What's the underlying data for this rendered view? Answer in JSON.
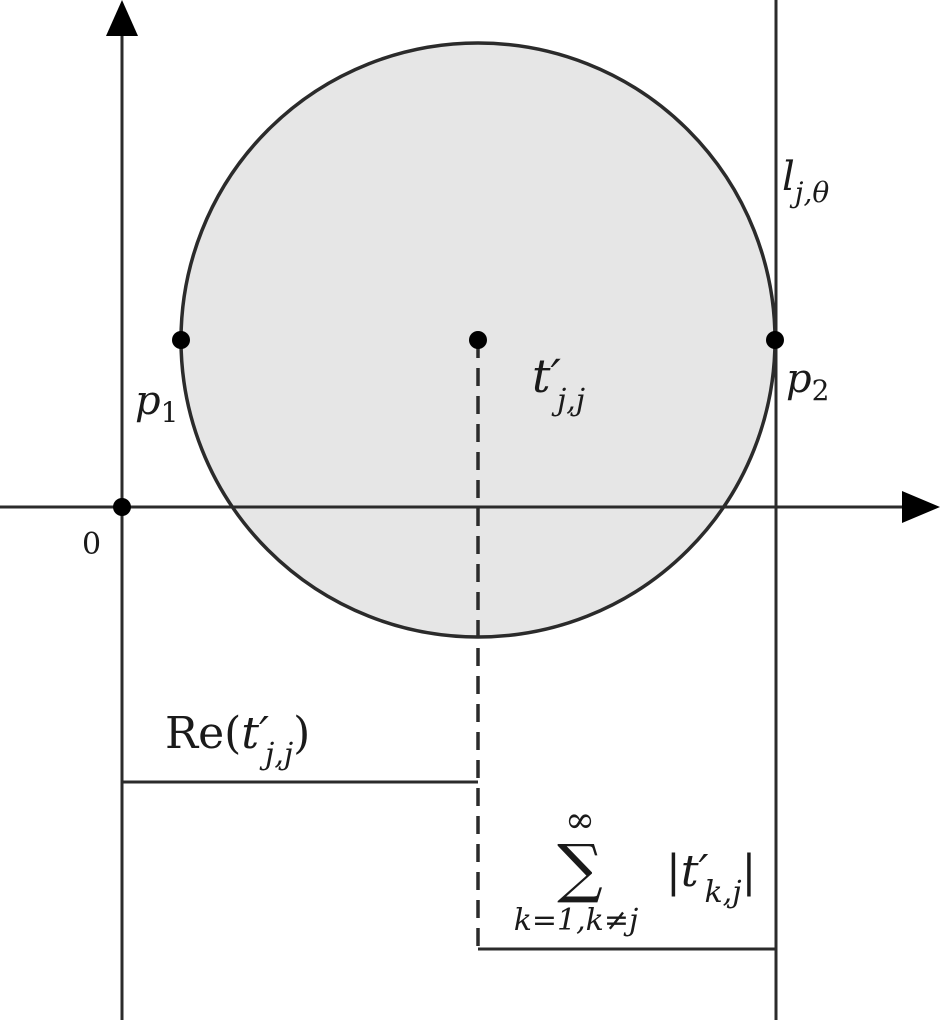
{
  "labels": {
    "origin": "0",
    "line_name": "l",
    "line_sub": "j,θ",
    "p1_base": "p",
    "p1_sub": "1",
    "p2_base": "p",
    "p2_sub": "2",
    "center_base": "t′",
    "center_sub": "j,j",
    "re_prefix": "Re(",
    "re_base": "t′",
    "re_sub": "j,j",
    "re_suffix": ")",
    "sum_upper": "∞",
    "sum_symbol": "∑",
    "sum_lower": "k=1,k≠j",
    "abs_open": "|",
    "abs_base": "t′",
    "abs_sub": "k,j",
    "abs_close": "|"
  },
  "colors": {
    "disk_fill": "#e6e6e6",
    "stroke": "#2b2b2b",
    "point": "#000000"
  }
}
